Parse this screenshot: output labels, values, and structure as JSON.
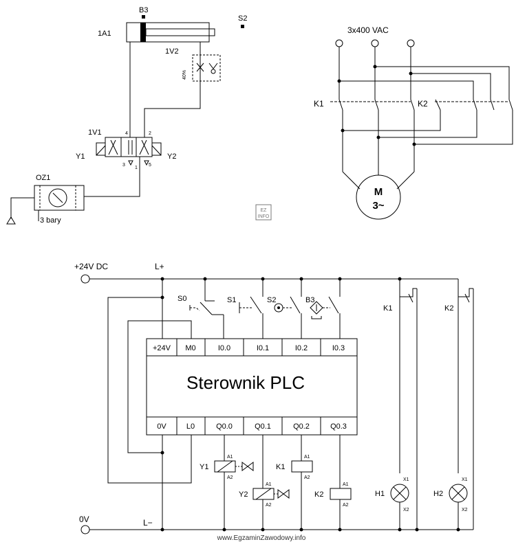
{
  "pneumatic": {
    "cylinder": "1A1",
    "sensor_b3": "B3",
    "sensor_s2": "S2",
    "throttle": "1V2",
    "throttle_setting": "40%",
    "valve": "1V1",
    "port_4": "4",
    "port_2": "2",
    "port_3": "3",
    "port_1": "1",
    "port_5": "5",
    "coil_y1": "Y1",
    "coil_y2": "Y2",
    "filter": "OZ1",
    "pressure": "3 bary"
  },
  "power": {
    "supply": "3x400 VAC",
    "k1": "K1",
    "k2": "K2",
    "motor_m": "M",
    "motor_3": "3~"
  },
  "logo": "EZ INFO",
  "plc": {
    "supply": "+24V DC",
    "l_plus": "L+",
    "zero_v": "0V",
    "l_minus": "L−",
    "title": "Sterownik PLC",
    "inputs": [
      "+24V",
      "M0",
      "I0.0",
      "I0.1",
      "I0.2",
      "I0.3"
    ],
    "outputs": [
      "0V",
      "L0",
      "Q0.0",
      "Q0.1",
      "Q0.2",
      "Q0.3"
    ],
    "s0": "S0",
    "s1": "S1",
    "s2": "S2",
    "b3": "B3",
    "k1": "K1",
    "k2": "K2",
    "y1": "Y1",
    "y2": "Y2",
    "coil_k1": "K1",
    "coil_k2": "K2",
    "h1": "H1",
    "h2": "H2",
    "a1": "A1",
    "a2": "A2",
    "x1": "X1",
    "x2": "X2"
  },
  "footer": "www.EgzaminZawodowy.info"
}
